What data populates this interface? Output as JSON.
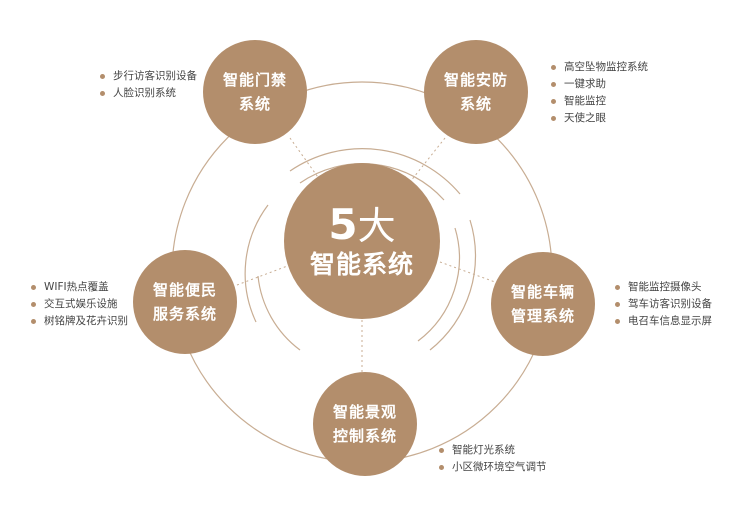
{
  "colors": {
    "accent": "#b38e6c",
    "line": "#c8ad93"
  },
  "center": {
    "number": "5",
    "big_char": "大",
    "title": "智能系统"
  },
  "nodes": [
    {
      "id": "access",
      "line1": "智能门禁",
      "line2": "系统",
      "items": [
        "步行访客识别设备",
        "人脸识别系统"
      ]
    },
    {
      "id": "security",
      "line1": "智能安防",
      "line2": "系统",
      "items": [
        "高空坠物监控系统",
        "一键求助",
        "智能监控",
        "天使之眼"
      ]
    },
    {
      "id": "vehicle",
      "line1": "智能车辆",
      "line2": "管理系统",
      "items": [
        "智能监控摄像头",
        "驾车访客识别设备",
        "电召车信息显示屏"
      ]
    },
    {
      "id": "landscape",
      "line1": "智能景观",
      "line2": "控制系统",
      "items": [
        "智能灯光系统",
        "小区微环境空气调节"
      ]
    },
    {
      "id": "convenience",
      "line1": "智能便民",
      "line2": "服务系统",
      "items": [
        "WIFI热点覆盖",
        "交互式娱乐设施",
        "树铭牌及花卉识别"
      ]
    }
  ]
}
